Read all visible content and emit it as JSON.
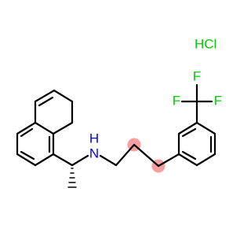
{
  "molecule": {
    "salt_label": "HCl",
    "amine_label": "N",
    "amine_h_label": "H",
    "fluorine_labels": [
      "F",
      "F",
      "F"
    ]
  },
  "colors": {
    "background": "#ffffff",
    "bond": "#000000",
    "amine": "#0000ff",
    "fluorine": "#00cc00",
    "salt": "#00cc00",
    "highlight": "#f4a0a0"
  }
}
